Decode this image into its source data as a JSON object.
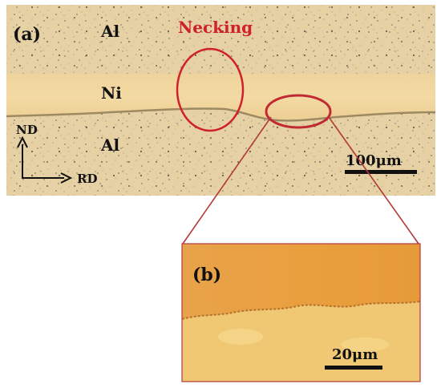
{
  "panel_a": {
    "label": "(a)",
    "top_layer": "Al",
    "middle_layer": "Ni",
    "bottom_layer": "Al",
    "annotation": "Necking",
    "axis_vertical": "ND",
    "axis_horizontal": "RD",
    "scale_bar": "100μm"
  },
  "panel_b": {
    "label": "(b)",
    "scale_bar": "20μm"
  },
  "colors": {
    "al_matrix": "#e7d3a6",
    "ni_layer": "#f0d49a",
    "necking_red": "#d0202a",
    "zoom_line": "#b03a3a",
    "inset_upper": "#e99e3c",
    "inset_lower": "#f0c873"
  }
}
